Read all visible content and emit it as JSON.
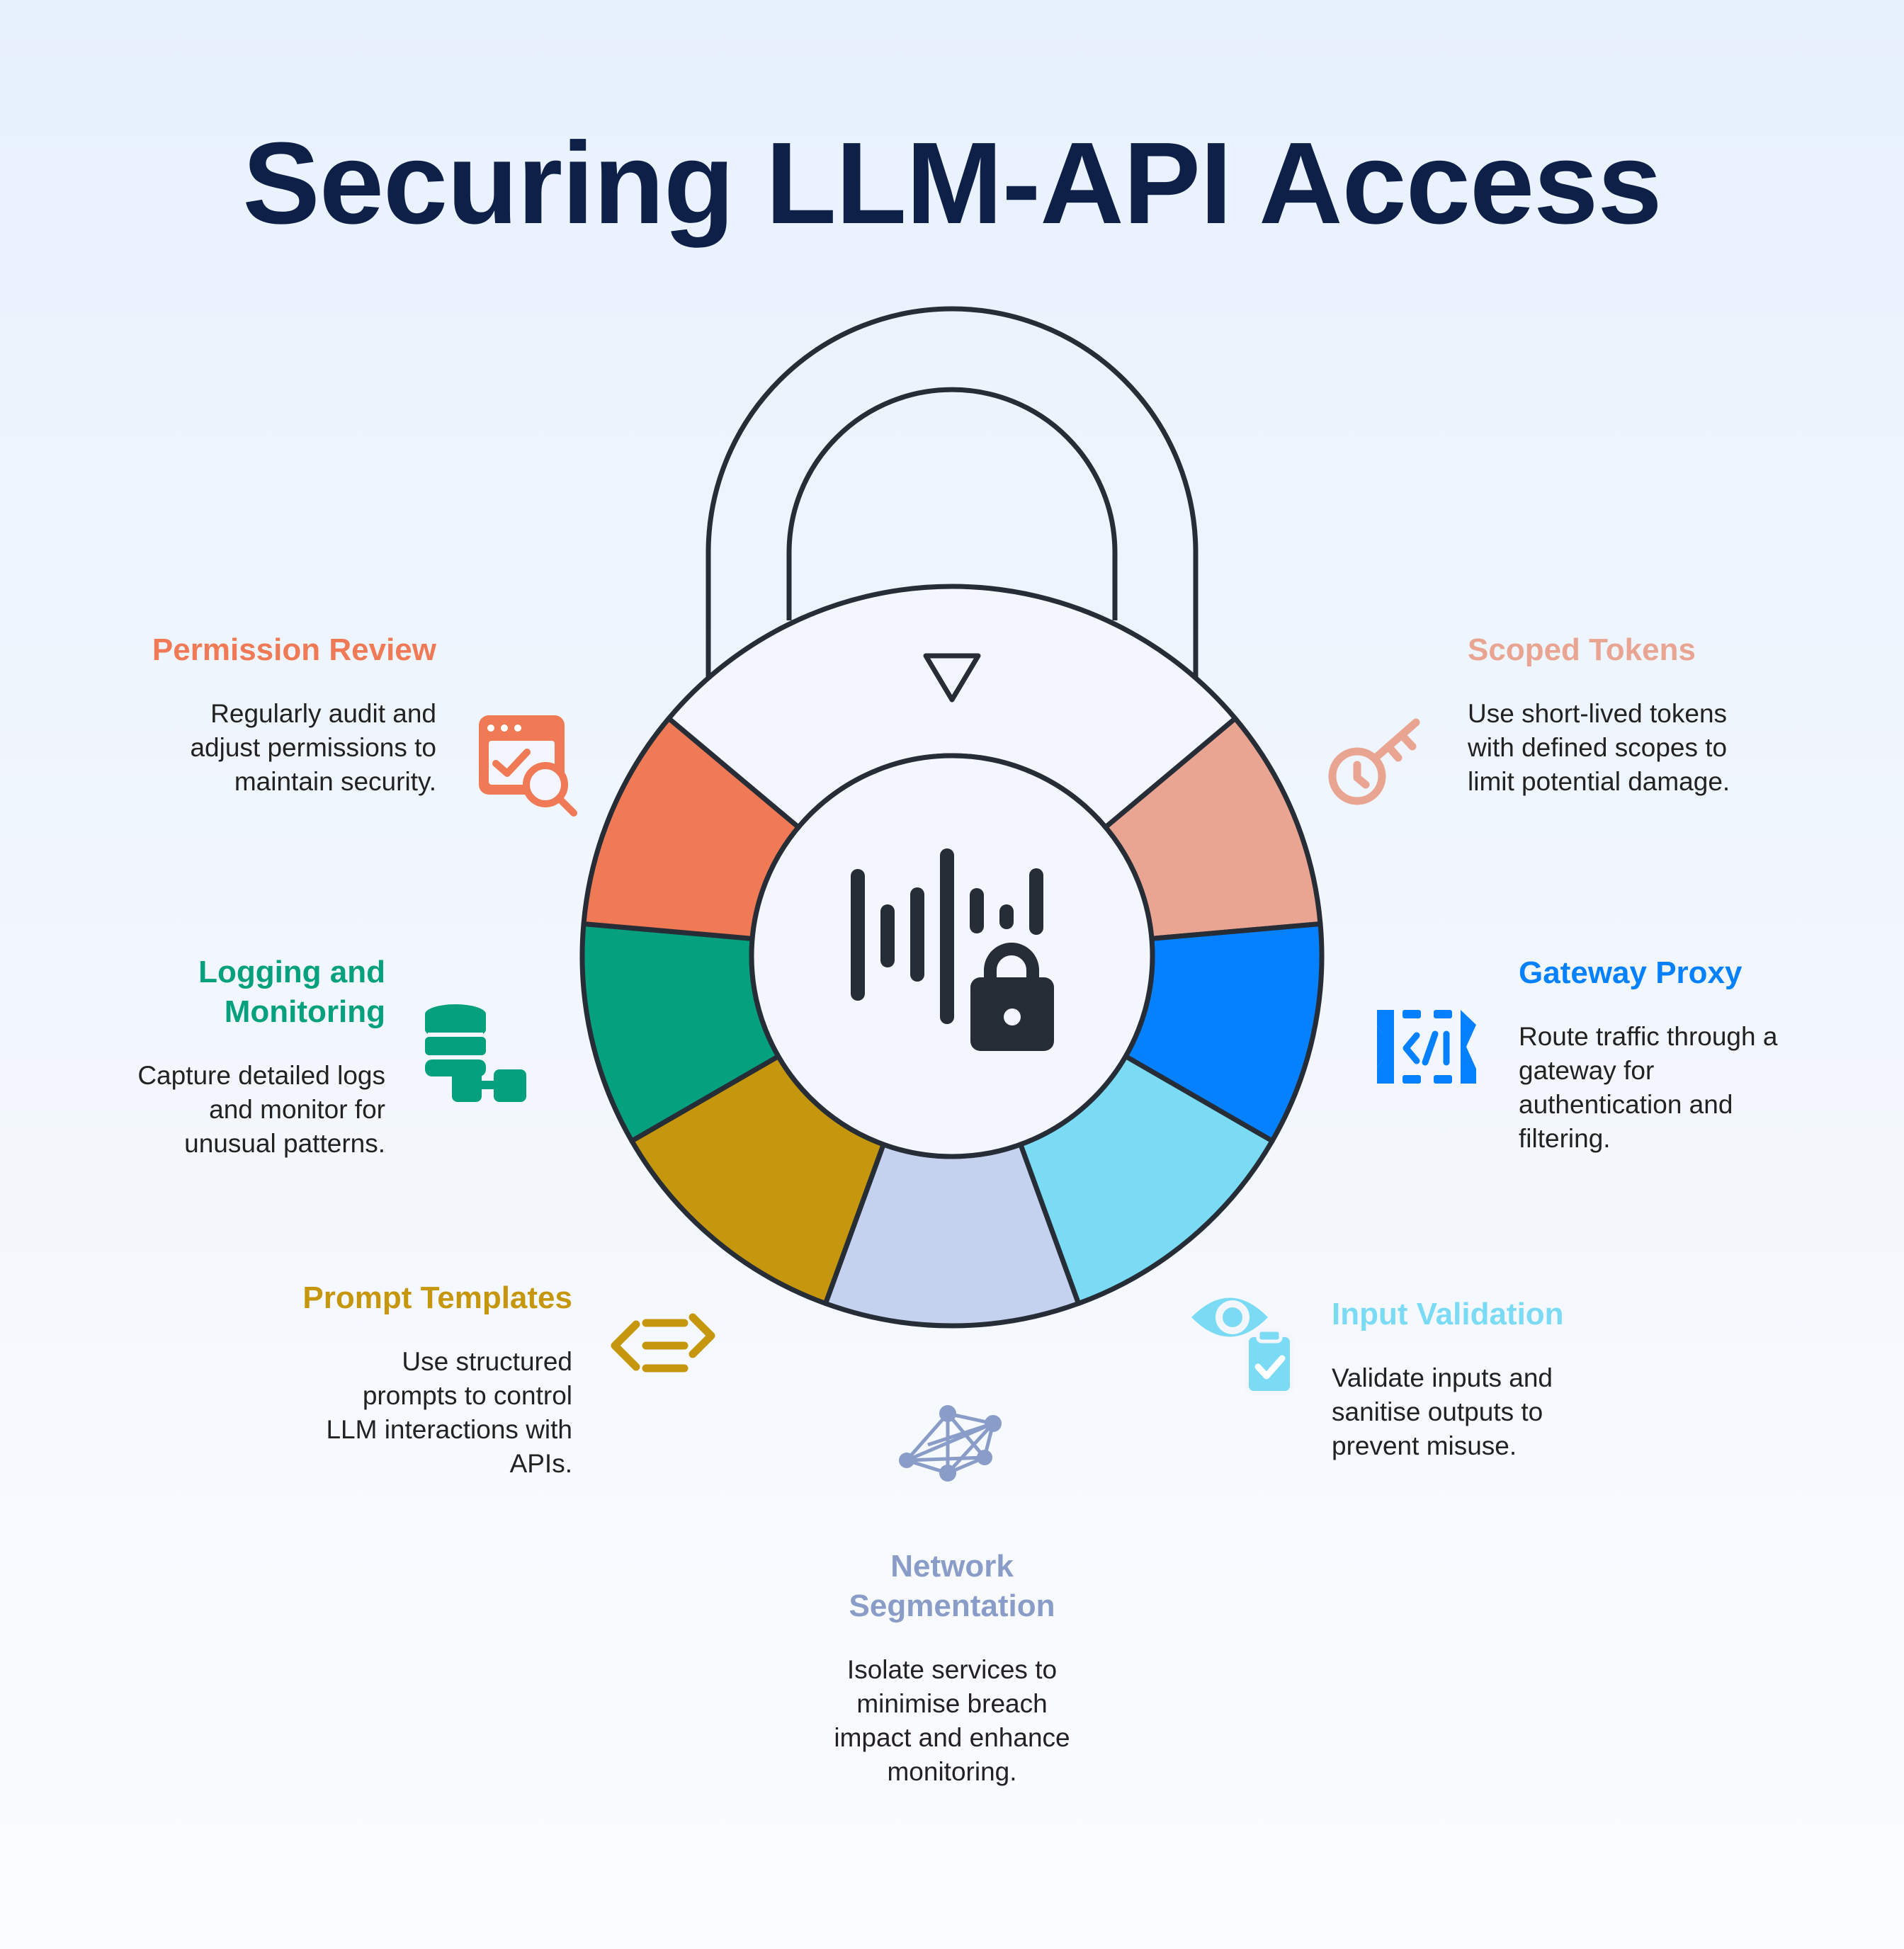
{
  "title": "Securing LLM-API Access",
  "colors": {
    "permission_review": "#f07a55",
    "scoped_tokens": "#e9a592",
    "logging_monitoring": "#05a07d",
    "gateway_proxy": "#0581ff",
    "prompt_templates": "#c6970d",
    "input_validation": "#7bdbf4",
    "network_segmentation": "#c4d2ef",
    "network_segmentation_text": "#8a9dc8",
    "title": "#0e1f48",
    "outline": "#262d36"
  },
  "items": {
    "permission_review": {
      "heading": "Permission Review",
      "desc": [
        "Regularly audit and",
        "adjust permissions to",
        "maintain security."
      ],
      "icon": "calendar-search-icon"
    },
    "scoped_tokens": {
      "heading": "Scoped Tokens",
      "desc": [
        "Use short-lived tokens",
        "with defined scopes to",
        "limit potential damage."
      ],
      "icon": "key-clock-icon"
    },
    "logging_monitoring": {
      "heading": [
        "Logging and",
        "Monitoring"
      ],
      "desc": [
        "Capture detailed logs",
        "and monitor for",
        "unusual patterns."
      ],
      "icon": "database-icon"
    },
    "gateway_proxy": {
      "heading": "Gateway Proxy",
      "desc": [
        "Route traffic through a",
        "gateway for",
        "authentication and",
        "filtering."
      ],
      "icon": "api-gateway-icon"
    },
    "prompt_templates": {
      "heading": "Prompt Templates",
      "desc": [
        "Use structured",
        "prompts to control",
        "LLM interactions with",
        "APIs."
      ],
      "icon": "code-template-icon"
    },
    "input_validation": {
      "heading": "Input Validation",
      "desc": [
        "Validate inputs and",
        "sanitise outputs to",
        "prevent misuse."
      ],
      "icon": "eye-clipboard-icon"
    },
    "network_segmentation": {
      "heading": [
        "Network",
        "Segmentation"
      ],
      "desc": [
        "Isolate services to",
        "minimise breach",
        "impact and enhance",
        "monitoring."
      ],
      "icon": "network-mesh-icon"
    }
  },
  "center_icon": "audio-lock-icon",
  "top_marker_icon": "triangle-down-icon"
}
